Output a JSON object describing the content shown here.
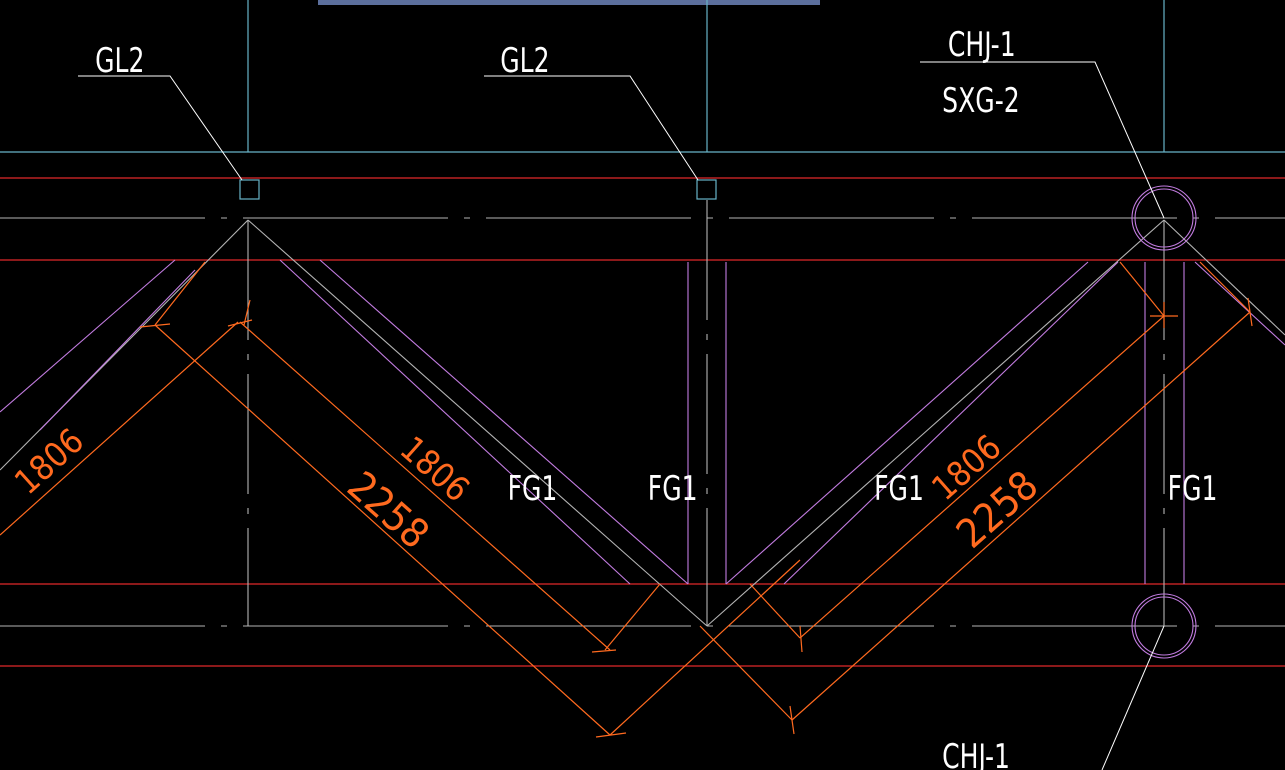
{
  "colors": {
    "background": "#000000",
    "beam_line": "#e0282a",
    "axis_line": "#b4b4b4",
    "column_line": "#68b4c8",
    "member_outline": "#c27ce0",
    "dimension": "#ff6a1f",
    "leader": "#ffffff",
    "top_bar": "#5c6f9c"
  },
  "labels": {
    "gl2_left": "GL2",
    "gl2_mid": "GL2",
    "chj_top": "CHJ-1",
    "sxg": "SXG-2",
    "chj_bottom": "CHJ-1",
    "fg1_a": "FG1",
    "fg1_b": "FG1",
    "fg1_c": "FG1",
    "fg1_d": "FG1"
  },
  "dimensions": {
    "left_diag_1806": "1806",
    "mid_diag_1806": "1806",
    "mid_diag_2258": "2258",
    "right_diag_1806": "1806",
    "right_diag_2258": "2258"
  }
}
